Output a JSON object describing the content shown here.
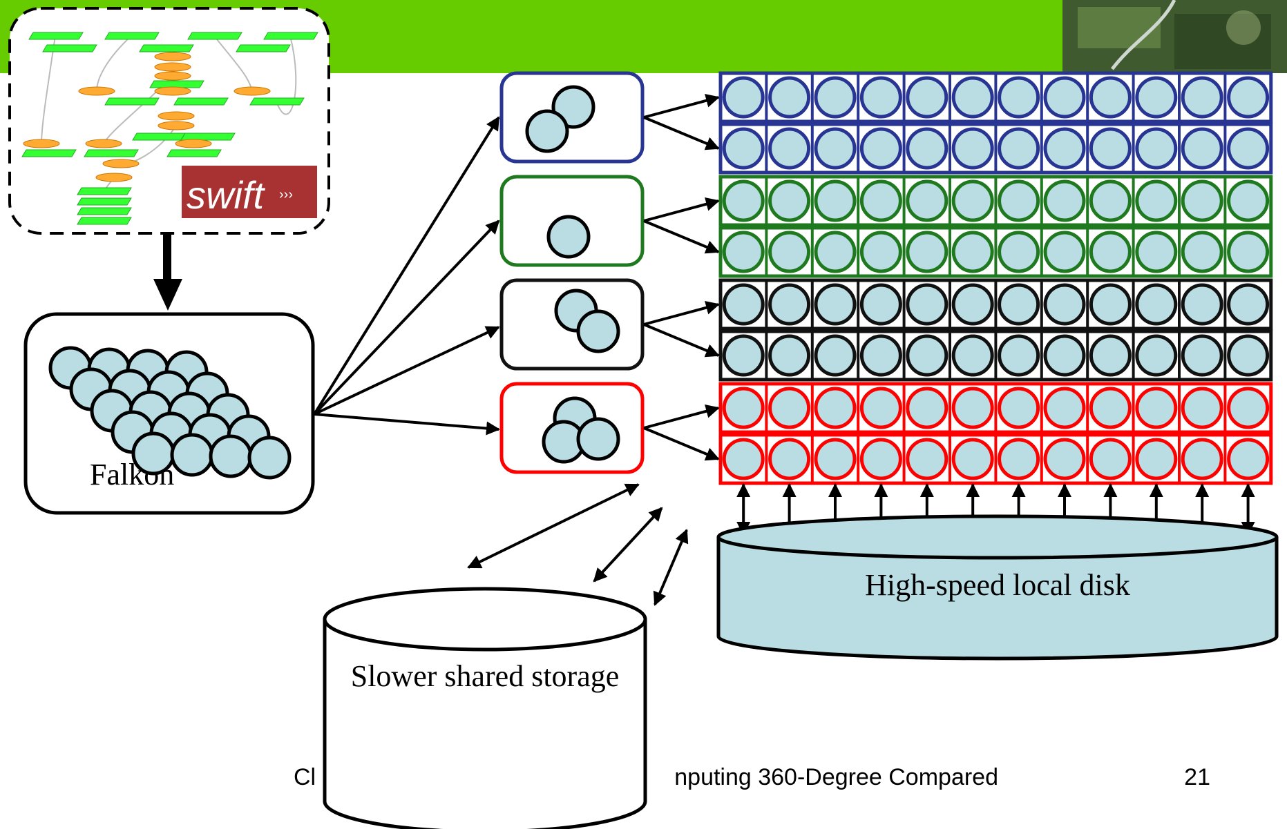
{
  "slide": {
    "header_color": "#66cc00",
    "footer_left": "Cl",
    "footer_right": "nputing 360-Degree Compared",
    "page_number": "21"
  },
  "workflow": {
    "logo_text": "swift",
    "logo_color": "#a83232"
  },
  "falkon": {
    "label": "Falkon"
  },
  "storage": {
    "local_disk_label": "High-speed local disk",
    "shared_storage_label": "Slower shared storage"
  },
  "colors": {
    "node_fill": "#b9dde2",
    "group_colors": [
      "#283593",
      "#1f7a1f",
      "#111111",
      "#ff0000"
    ]
  },
  "groups": [
    {
      "color": "blue",
      "cores_in_task_box": 2
    },
    {
      "color": "green",
      "cores_in_task_box": 1
    },
    {
      "color": "black",
      "cores_in_task_box": 2
    },
    {
      "color": "red",
      "cores_in_task_box": 3
    }
  ]
}
